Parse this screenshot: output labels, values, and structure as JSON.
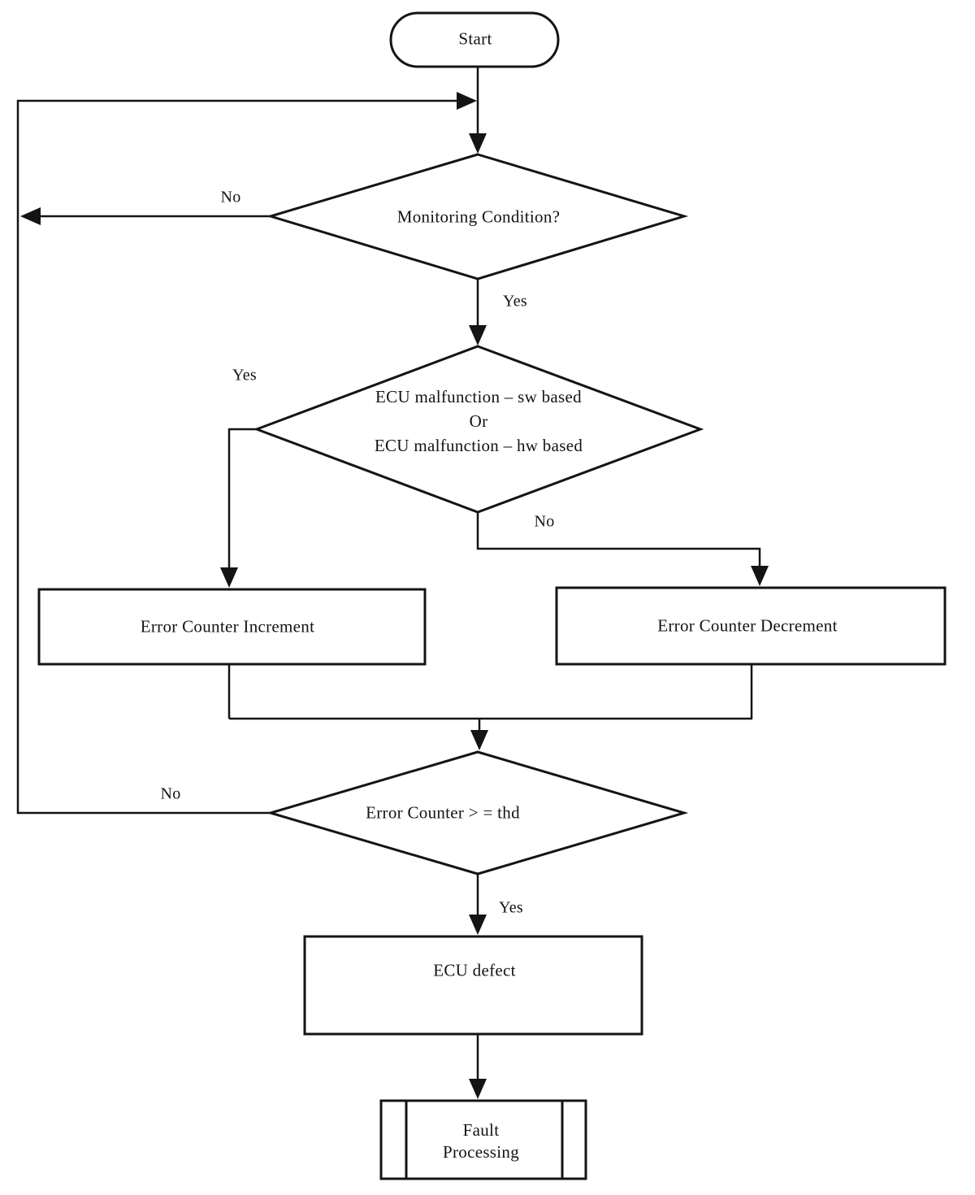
{
  "colors": {
    "ink": "#141414",
    "background": "#ffffff"
  },
  "nodes": {
    "start": {
      "type": "terminator",
      "label": "Start"
    },
    "monitoring": {
      "type": "decision",
      "label": "Monitoring Condition?"
    },
    "malfunction": {
      "type": "decision",
      "line1": "ECU malfunction – sw based",
      "line2": "Or",
      "line3": "ECU malfunction – hw based"
    },
    "increment": {
      "type": "process",
      "label": "Error Counter Increment"
    },
    "decrement": {
      "type": "process",
      "label": "Error Counter Decrement"
    },
    "threshold": {
      "type": "decision",
      "label": "Error Counter > = thd"
    },
    "defect": {
      "type": "process",
      "label": "ECU defect"
    },
    "fault": {
      "type": "predefined-process",
      "line1": "Fault",
      "line2": "Processing"
    }
  },
  "edges": {
    "monitoring_no": "No",
    "monitoring_yes": "Yes",
    "malfunction_yes": "Yes",
    "malfunction_no": "No",
    "threshold_no": "No",
    "threshold_yes": "Yes"
  }
}
